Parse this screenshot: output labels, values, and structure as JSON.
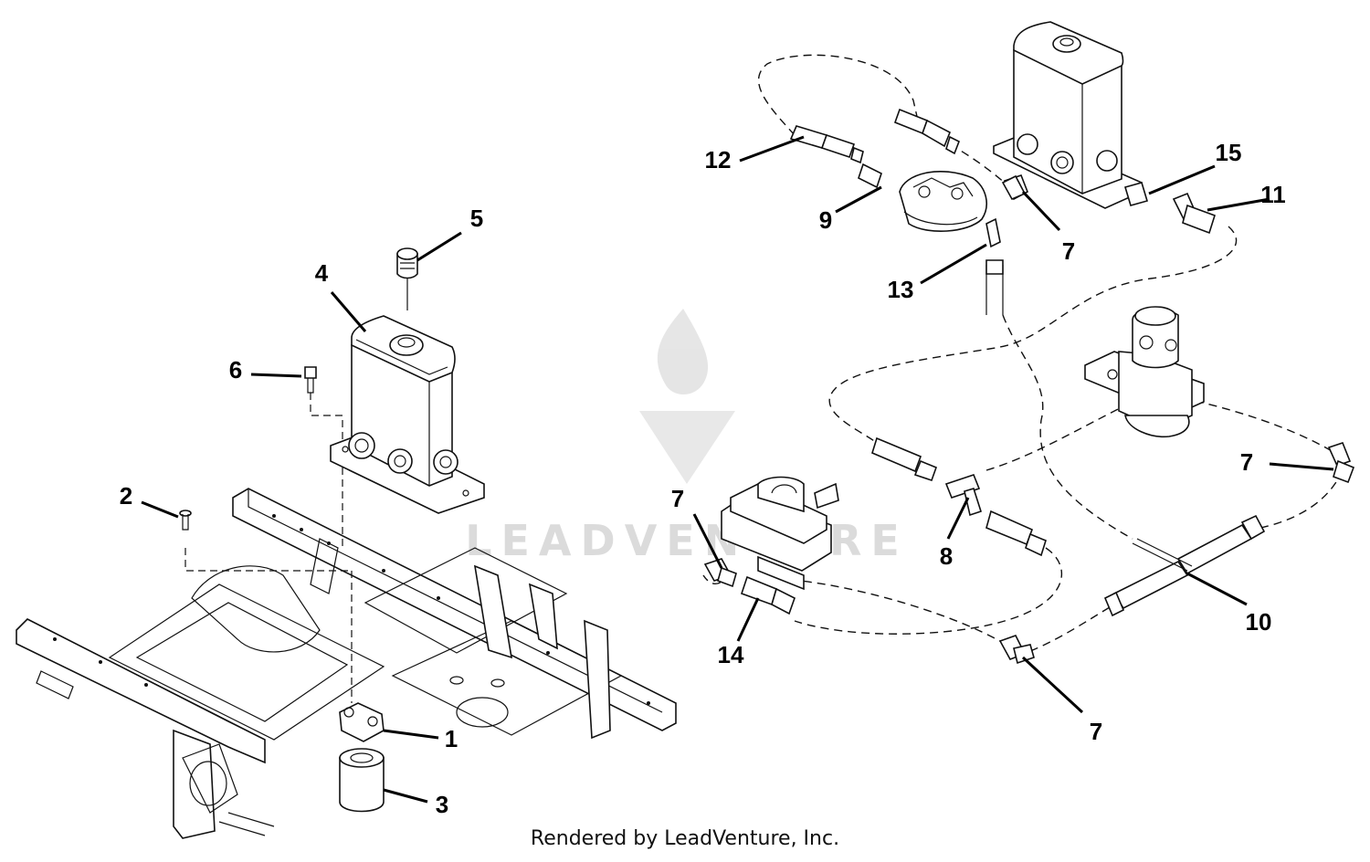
{
  "diagram": {
    "callouts": [
      "1",
      "2",
      "3",
      "4",
      "5",
      "6",
      "7",
      "7",
      "7",
      "7",
      "8",
      "9",
      "10",
      "11",
      "12",
      "13",
      "14",
      "15"
    ],
    "watermark": {
      "text": "LEADVENTURE",
      "color": "#d8d8d8"
    },
    "footer": "Rendered by LeadVenture, Inc.",
    "colors": {
      "line": "#111111",
      "background": "#ffffff"
    }
  }
}
